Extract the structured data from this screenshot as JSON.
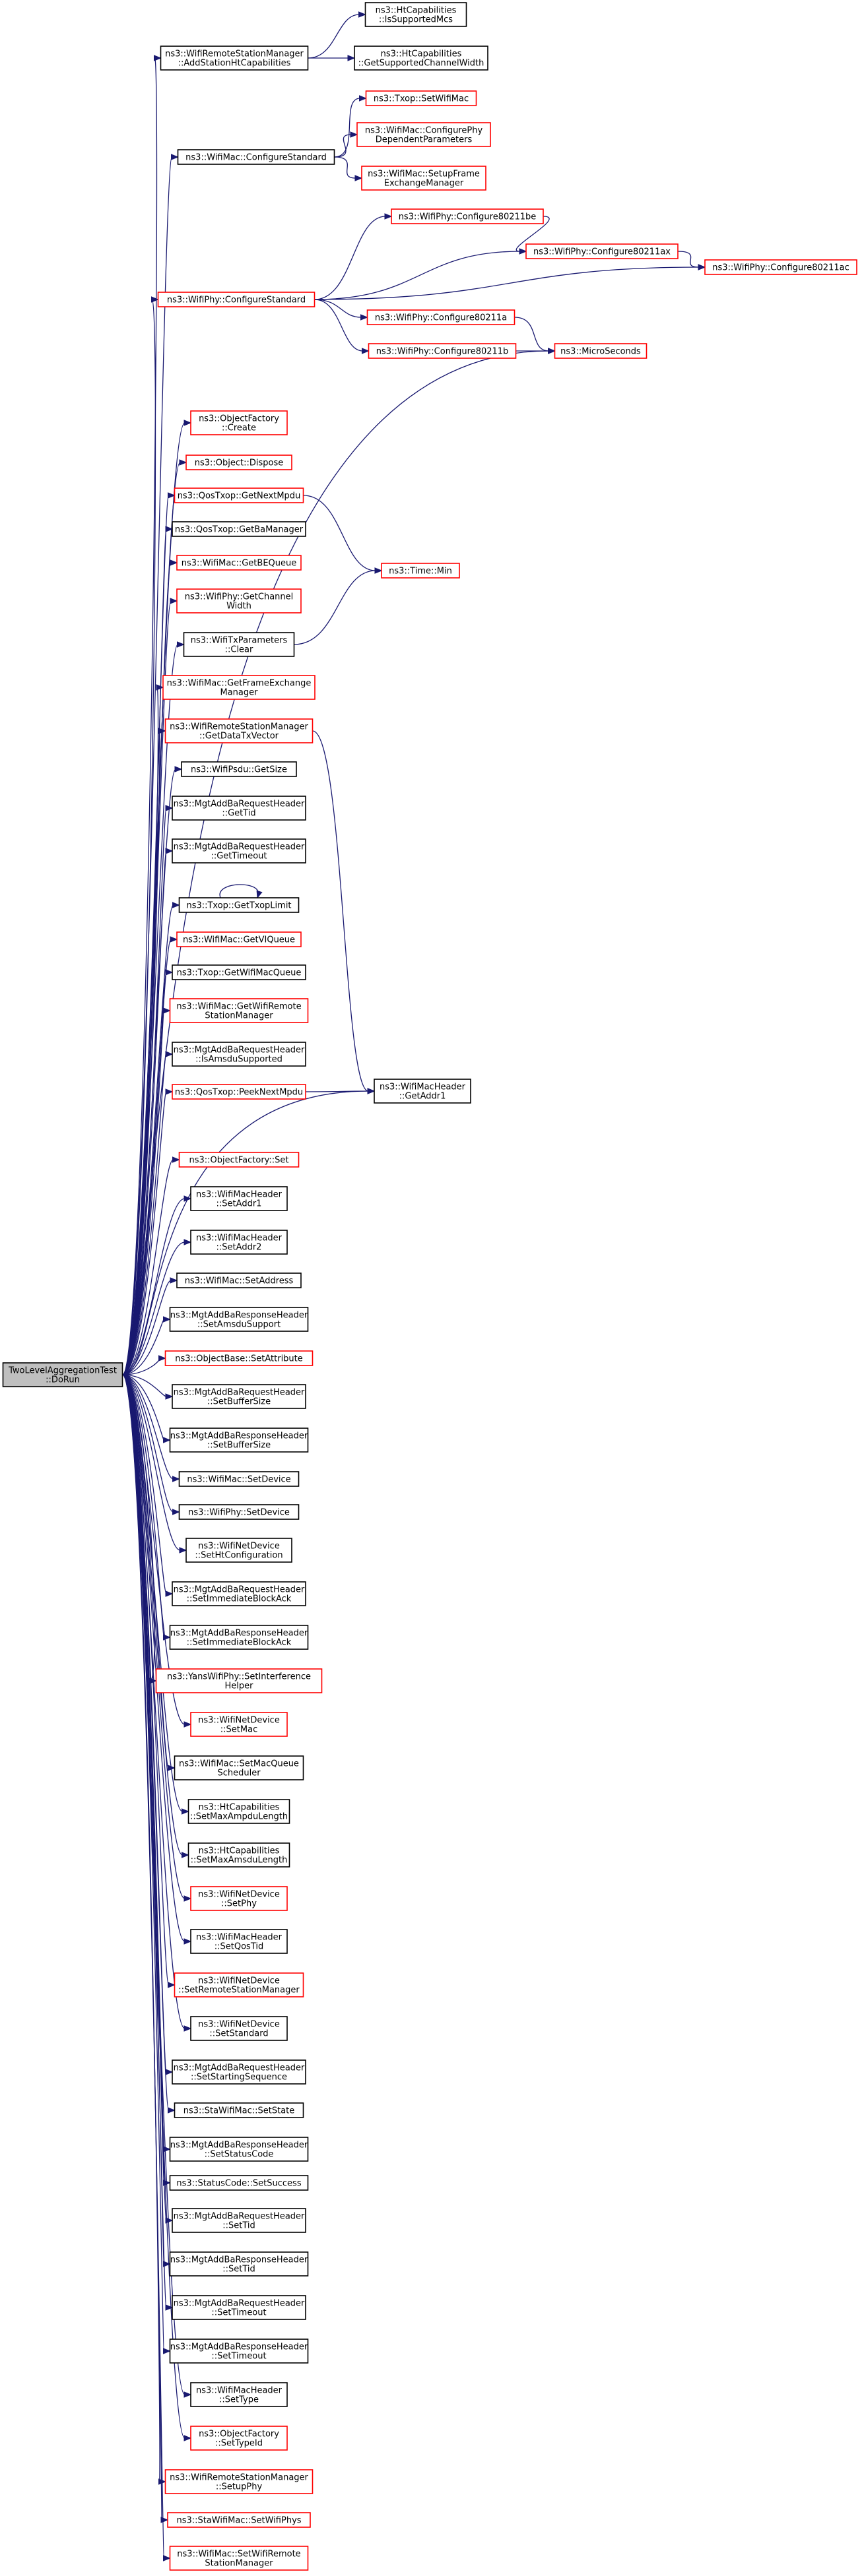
{
  "graph": {
    "root": "root",
    "colors": {
      "edge": "#191970",
      "red_border": "#ff0000",
      "black_border": "#000000",
      "root_fill": "#bfbfbf"
    },
    "nodes": [
      {
        "id": "root",
        "lines": [
          "TwoLevelAggregationTest",
          "::DoRun"
        ],
        "style": "root"
      },
      {
        "id": "addHtCaps",
        "lines": [
          "ns3::WifiRemoteStationManager",
          "::AddStationHtCapabilities"
        ],
        "style": "black"
      },
      {
        "id": "isSupMcs",
        "lines": [
          "ns3::HtCapabilities",
          "::IsSupportedMcs"
        ],
        "style": "black"
      },
      {
        "id": "getSupChW",
        "lines": [
          "ns3::HtCapabilities",
          "::GetSupportedChannelWidth"
        ],
        "style": "black"
      },
      {
        "id": "macConfStd",
        "lines": [
          "ns3::WifiMac::ConfigureStandard"
        ],
        "style": "black"
      },
      {
        "id": "txopSetWifiMac",
        "lines": [
          "ns3::Txop::SetWifiMac"
        ],
        "style": "red"
      },
      {
        "id": "confPhyDep",
        "lines": [
          "ns3::WifiMac::ConfigurePhy",
          "DependentParameters"
        ],
        "style": "red"
      },
      {
        "id": "setupFrameEx",
        "lines": [
          "ns3::WifiMac::SetupFrame",
          "ExchangeManager"
        ],
        "style": "red"
      },
      {
        "id": "phyConfStd",
        "lines": [
          "ns3::WifiPhy::ConfigureStandard"
        ],
        "style": "red"
      },
      {
        "id": "conf11be",
        "lines": [
          "ns3::WifiPhy::Configure80211be"
        ],
        "style": "red"
      },
      {
        "id": "conf11ax",
        "lines": [
          "ns3::WifiPhy::Configure80211ax"
        ],
        "style": "red"
      },
      {
        "id": "conf11ac",
        "lines": [
          "ns3::WifiPhy::Configure80211ac"
        ],
        "style": "red"
      },
      {
        "id": "conf11a",
        "lines": [
          "ns3::WifiPhy::Configure80211a"
        ],
        "style": "red"
      },
      {
        "id": "conf11b",
        "lines": [
          "ns3::WifiPhy::Configure80211b"
        ],
        "style": "red"
      },
      {
        "id": "microSec",
        "lines": [
          "ns3::MicroSeconds"
        ],
        "style": "red"
      },
      {
        "id": "objFactCreate",
        "lines": [
          "ns3::ObjectFactory",
          "::Create"
        ],
        "style": "red"
      },
      {
        "id": "objDispose",
        "lines": [
          "ns3::Object::Dispose"
        ],
        "style": "red"
      },
      {
        "id": "qosGetNextMpdu",
        "lines": [
          "ns3::QosTxop::GetNextMpdu"
        ],
        "style": "red"
      },
      {
        "id": "qosGetBaMgr",
        "lines": [
          "ns3::QosTxop::GetBaManager"
        ],
        "style": "black"
      },
      {
        "id": "getBEQueue",
        "lines": [
          "ns3::WifiMac::GetBEQueue"
        ],
        "style": "red"
      },
      {
        "id": "timeMin",
        "lines": [
          "ns3::Time::Min"
        ],
        "style": "red"
      },
      {
        "id": "getChWidth",
        "lines": [
          "ns3::WifiPhy::GetChannel",
          "Width"
        ],
        "style": "red"
      },
      {
        "id": "txParamsClear",
        "lines": [
          "ns3::WifiTxParameters",
          "::Clear"
        ],
        "style": "black"
      },
      {
        "id": "getFrameExMgr",
        "lines": [
          "ns3::WifiMac::GetFrameExchange",
          "Manager"
        ],
        "style": "red"
      },
      {
        "id": "getDataTxVec",
        "lines": [
          "ns3::WifiRemoteStationManager",
          "::GetDataTxVector"
        ],
        "style": "red"
      },
      {
        "id": "psduGetSize",
        "lines": [
          "ns3::WifiPsdu::GetSize"
        ],
        "style": "black"
      },
      {
        "id": "reqGetTid",
        "lines": [
          "ns3::MgtAddBaRequestHeader",
          "::GetTid"
        ],
        "style": "black"
      },
      {
        "id": "reqGetTimeout",
        "lines": [
          "ns3::MgtAddBaRequestHeader",
          "::GetTimeout"
        ],
        "style": "black"
      },
      {
        "id": "txopGetLimit",
        "lines": [
          "ns3::Txop::GetTxopLimit"
        ],
        "style": "black"
      },
      {
        "id": "getVIQueue",
        "lines": [
          "ns3::WifiMac::GetVIQueue"
        ],
        "style": "red"
      },
      {
        "id": "txopGetMacQueue",
        "lines": [
          "ns3::Txop::GetWifiMacQueue"
        ],
        "style": "black"
      },
      {
        "id": "getWifiRSM",
        "lines": [
          "ns3::WifiMac::GetWifiRemote",
          "StationManager"
        ],
        "style": "red"
      },
      {
        "id": "isAmsduSup",
        "lines": [
          "ns3::MgtAddBaRequestHeader",
          "::IsAmsduSupported"
        ],
        "style": "black"
      },
      {
        "id": "peekNextMpdu",
        "lines": [
          "ns3::QosTxop::PeekNextMpdu"
        ],
        "style": "red"
      },
      {
        "id": "macHdrGetAddr1",
        "lines": [
          "ns3::WifiMacHeader",
          "::GetAddr1"
        ],
        "style": "black"
      },
      {
        "id": "objFactSet",
        "lines": [
          "ns3::ObjectFactory::Set"
        ],
        "style": "red"
      },
      {
        "id": "hdrSetAddr1",
        "lines": [
          "ns3::WifiMacHeader",
          "::SetAddr1"
        ],
        "style": "black"
      },
      {
        "id": "hdrSetAddr2",
        "lines": [
          "ns3::WifiMacHeader",
          "::SetAddr2"
        ],
        "style": "black"
      },
      {
        "id": "macSetAddress",
        "lines": [
          "ns3::WifiMac::SetAddress"
        ],
        "style": "black"
      },
      {
        "id": "respSetAmsdu",
        "lines": [
          "ns3::MgtAddBaResponseHeader",
          "::SetAmsduSupport"
        ],
        "style": "black"
      },
      {
        "id": "objBaseSetAttr",
        "lines": [
          "ns3::ObjectBase::SetAttribute"
        ],
        "style": "red"
      },
      {
        "id": "reqSetBufSize",
        "lines": [
          "ns3::MgtAddBaRequestHeader",
          "::SetBufferSize"
        ],
        "style": "black"
      },
      {
        "id": "respSetBufSize",
        "lines": [
          "ns3::MgtAddBaResponseHeader",
          "::SetBufferSize"
        ],
        "style": "black"
      },
      {
        "id": "macSetDevice",
        "lines": [
          "ns3::WifiMac::SetDevice"
        ],
        "style": "black"
      },
      {
        "id": "phySetDevice",
        "lines": [
          "ns3::WifiPhy::SetDevice"
        ],
        "style": "black"
      },
      {
        "id": "netDevSetHtConf",
        "lines": [
          "ns3::WifiNetDevice",
          "::SetHtConfiguration"
        ],
        "style": "black"
      },
      {
        "id": "reqSetImmBA",
        "lines": [
          "ns3::MgtAddBaRequestHeader",
          "::SetImmediateBlockAck"
        ],
        "style": "black"
      },
      {
        "id": "respSetImmBA",
        "lines": [
          "ns3::MgtAddBaResponseHeader",
          "::SetImmediateBlockAck"
        ],
        "style": "black"
      },
      {
        "id": "yansSetIntf",
        "lines": [
          "ns3::YansWifiPhy::SetInterference",
          "Helper"
        ],
        "style": "red"
      },
      {
        "id": "netDevSetMac",
        "lines": [
          "ns3::WifiNetDevice",
          "::SetMac"
        ],
        "style": "red"
      },
      {
        "id": "macSetQueueSched",
        "lines": [
          "ns3::WifiMac::SetMacQueue",
          "Scheduler"
        ],
        "style": "black"
      },
      {
        "id": "htSetMaxAmpdu",
        "lines": [
          "ns3::HtCapabilities",
          "::SetMaxAmpduLength"
        ],
        "style": "black"
      },
      {
        "id": "htSetMaxAmsdu",
        "lines": [
          "ns3::HtCapabilities",
          "::SetMaxAmsduLength"
        ],
        "style": "black"
      },
      {
        "id": "netDevSetPhy",
        "lines": [
          "ns3::WifiNetDevice",
          "::SetPhy"
        ],
        "style": "red"
      },
      {
        "id": "hdrSetQosTid",
        "lines": [
          "ns3::WifiMacHeader",
          "::SetQosTid"
        ],
        "style": "black"
      },
      {
        "id": "netDevSetRSM",
        "lines": [
          "ns3::WifiNetDevice",
          "::SetRemoteStationManager"
        ],
        "style": "red"
      },
      {
        "id": "netDevSetStd",
        "lines": [
          "ns3::WifiNetDevice",
          "::SetStandard"
        ],
        "style": "black"
      },
      {
        "id": "reqSetStartSeq",
        "lines": [
          "ns3::MgtAddBaRequestHeader",
          "::SetStartingSequence"
        ],
        "style": "black"
      },
      {
        "id": "staSetState",
        "lines": [
          "ns3::StaWifiMac::SetState"
        ],
        "style": "black"
      },
      {
        "id": "respSetStatus",
        "lines": [
          "ns3::MgtAddBaResponseHeader",
          "::SetStatusCode"
        ],
        "style": "black"
      },
      {
        "id": "statusSetSuccess",
        "lines": [
          "ns3::StatusCode::SetSuccess"
        ],
        "style": "black"
      },
      {
        "id": "reqSetTid",
        "lines": [
          "ns3::MgtAddBaRequestHeader",
          "::SetTid"
        ],
        "style": "black"
      },
      {
        "id": "respSetTid",
        "lines": [
          "ns3::MgtAddBaResponseHeader",
          "::SetTid"
        ],
        "style": "black"
      },
      {
        "id": "reqSetTimeout",
        "lines": [
          "ns3::MgtAddBaRequestHeader",
          "::SetTimeout"
        ],
        "style": "black"
      },
      {
        "id": "respSetTimeout",
        "lines": [
          "ns3::MgtAddBaResponseHeader",
          "::SetTimeout"
        ],
        "style": "black"
      },
      {
        "id": "hdrSetType",
        "lines": [
          "ns3::WifiMacHeader",
          "::SetType"
        ],
        "style": "black"
      },
      {
        "id": "objFactSetTypeId",
        "lines": [
          "ns3::ObjectFactory",
          "::SetTypeId"
        ],
        "style": "red"
      },
      {
        "id": "rsmSetupPhy",
        "lines": [
          "ns3::WifiRemoteStationManager",
          "::SetupPhy"
        ],
        "style": "red"
      },
      {
        "id": "staSetWifiPhys",
        "lines": [
          "ns3::StaWifiMac::SetWifiPhys"
        ],
        "style": "red"
      },
      {
        "id": "macSetRSM",
        "lines": [
          "ns3::WifiMac::SetWifiRemote",
          "StationManager"
        ],
        "style": "red"
      }
    ],
    "edges": [
      [
        "addHtCaps",
        "isSupMcs"
      ],
      [
        "addHtCaps",
        "getSupChW"
      ],
      [
        "macConfStd",
        "txopSetWifiMac"
      ],
      [
        "macConfStd",
        "confPhyDep"
      ],
      [
        "macConfStd",
        "setupFrameEx"
      ],
      [
        "phyConfStd",
        "conf11be"
      ],
      [
        "phyConfStd",
        "conf11ax"
      ],
      [
        "phyConfStd",
        "conf11ac"
      ],
      [
        "phyConfStd",
        "conf11a"
      ],
      [
        "phyConfStd",
        "conf11b"
      ],
      [
        "conf11be",
        "conf11ax"
      ],
      [
        "conf11ax",
        "conf11ac"
      ],
      [
        "conf11a",
        "microSec"
      ],
      [
        "conf11b",
        "microSec"
      ],
      [
        "qosGetNextMpdu",
        "timeMin"
      ],
      [
        "txParamsClear",
        "timeMin"
      ],
      [
        "getDataTxVec",
        "macHdrGetAddr1"
      ],
      [
        "peekNextMpdu",
        "macHdrGetAddr1"
      ],
      [
        "txopGetLimit",
        "txopGetLimit"
      ]
    ]
  }
}
